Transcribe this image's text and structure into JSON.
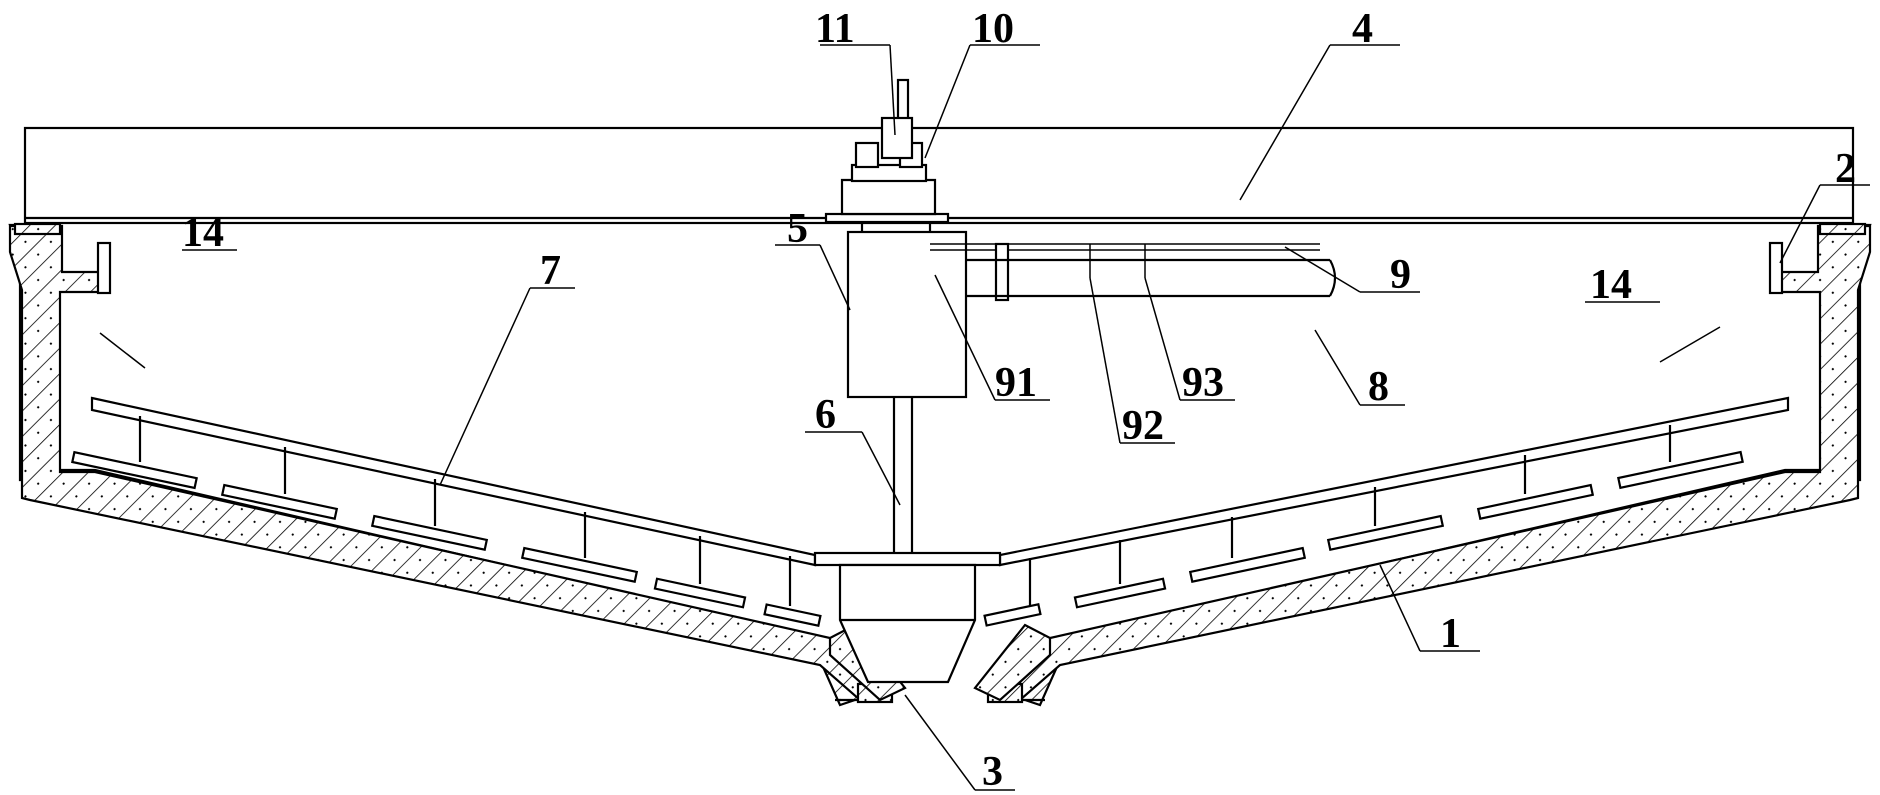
{
  "labels": {
    "l1": "1",
    "l2": "2",
    "l3": "3",
    "l4": "4",
    "l5": "5",
    "l6": "6",
    "l7": "7",
    "l8": "8",
    "l9": "9",
    "l10": "10",
    "l11": "11",
    "l14_left": "14",
    "l14_right": "14",
    "l91": "91",
    "l92": "92",
    "l93": "93"
  }
}
